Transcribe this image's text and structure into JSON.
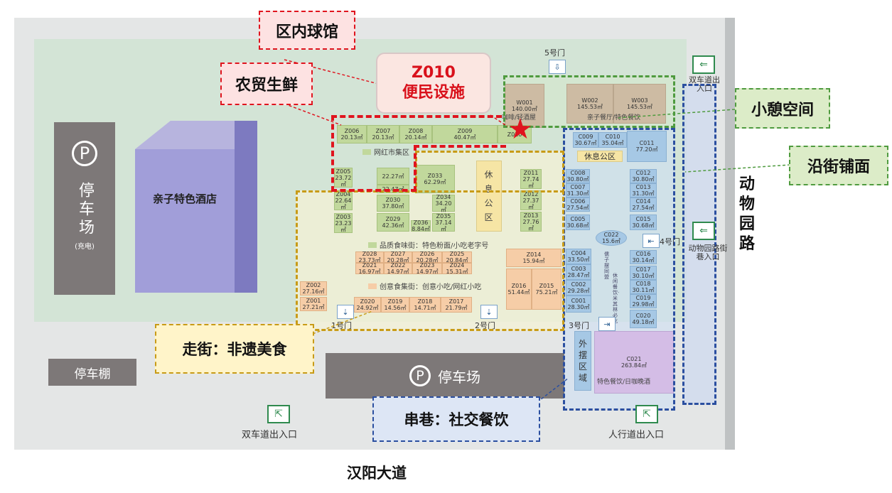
{
  "road_south": "汉阳大道",
  "road_east": "动物园路",
  "parking_west": {
    "title": "停车场",
    "note": "(充电)",
    "icon": "P"
  },
  "hotel": "亲子特色酒店",
  "parking_shed": "停车棚",
  "parking_south": {
    "title": "停车场",
    "icon": "P"
  },
  "callouts": {
    "stadium": "区内球馆",
    "fresh": "农贸生鲜",
    "z2010": "Z010\n便民设施",
    "rest": "小憩空间",
    "street": "沿街铺面",
    "walk": "走街：非遗美食",
    "alley": "串巷：社交餐饮"
  },
  "gates": {
    "g1": "1号门",
    "g2": "2号门",
    "g3": "3号门",
    "g4": "4号门",
    "g5": "5号门"
  },
  "exits": {
    "south_double": "双车道出入口",
    "south_ped": "人行道出入口",
    "east_double": "双车道出入口",
    "east_zoo": "动物园路街巷入口"
  },
  "labels": {
    "wanghong": "网红市集区",
    "restarea": "休息公区",
    "restarea2": "休息公区",
    "quality": "品质食味街：特色粉面/小吃老字号",
    "creative": "创意食集街：创意小吃/网红小吃",
    "w_bar": "咖啡/轻酒屋",
    "w_parent": "亲子餐厅/特色餐饮",
    "outdoor": "外摆区域",
    "c021_note": "特色餐饮/日咖晚酒",
    "vertical1": "儒子摆同盟",
    "vertical2": "休闲餐饮·米其林必吃"
  },
  "units": {
    "W001": [
      "W001",
      "140.00㎡"
    ],
    "W002": [
      "W002",
      "145.53㎡"
    ],
    "W003": [
      "W003",
      "145.53㎡"
    ],
    "Z006": [
      "Z006",
      "20.13㎡"
    ],
    "Z007": [
      "Z007",
      "20.13㎡"
    ],
    "Z008": [
      "Z008",
      "20.14㎡"
    ],
    "Z009": [
      "Z009",
      "40.47㎡"
    ],
    "Z010": [
      "Z010",
      ""
    ],
    "Z005": [
      "Z005",
      "23.72㎡"
    ],
    "Z004": [
      "Z004",
      "22.64㎡"
    ],
    "Z003": [
      "Z003",
      "23.23㎡"
    ],
    "Z032": [
      "",
      "22.27㎡"
    ],
    "Z031": [
      "",
      "22.47㎡"
    ],
    "Z033": [
      "Z033",
      "62.29㎡"
    ],
    "Z030": [
      "Z030",
      "37.80㎡"
    ],
    "Z034": [
      "Z034",
      "34.20㎡"
    ],
    "Z029": [
      "Z029",
      "42.36㎡"
    ],
    "Z036": [
      "Z036",
      "8.84㎡"
    ],
    "Z035": [
      "Z035",
      "37.14㎡"
    ],
    "Z011": [
      "Z011",
      "27.74㎡"
    ],
    "Z012": [
      "Z012",
      "27.37㎡"
    ],
    "Z013": [
      "Z013",
      "27.76㎡"
    ],
    "Z028": [
      "Z028",
      "23.73㎡"
    ],
    "Z027": [
      "Z027",
      "20.28㎡"
    ],
    "Z026": [
      "Z026",
      "20.28㎡"
    ],
    "Z025": [
      "Z025",
      "20.84㎡"
    ],
    "Z021": [
      "Z021",
      "16.97㎡"
    ],
    "Z022": [
      "Z022",
      "14.97㎡"
    ],
    "Z023": [
      "Z023",
      "14.97㎡"
    ],
    "Z024": [
      "Z024",
      "15.31㎡"
    ],
    "Z014": [
      "Z014",
      "15.94㎡"
    ],
    "Z016": [
      "Z016",
      "51.44㎡"
    ],
    "Z015": [
      "Z015",
      "75.21㎡"
    ],
    "Z002": [
      "Z002",
      "27.16㎡"
    ],
    "Z001": [
      "Z001",
      "27.21㎡"
    ],
    "Z020": [
      "Z020",
      "24.92㎡"
    ],
    "Z019": [
      "Z019",
      "14.56㎡"
    ],
    "Z018": [
      "Z018",
      "14.71㎡"
    ],
    "Z017": [
      "Z017",
      "21.79㎡"
    ],
    "C009": [
      "C009",
      "30.67㎡"
    ],
    "C010": [
      "C010",
      "35.04㎡"
    ],
    "C011": [
      "C011",
      "77.20㎡"
    ],
    "C008": [
      "C008",
      "30.80㎡"
    ],
    "C007": [
      "C007",
      "31.30㎡"
    ],
    "C006": [
      "C006",
      "27.54㎡"
    ],
    "C005": [
      "C005",
      "30.68㎡"
    ],
    "C012": [
      "C012",
      "30.80㎡"
    ],
    "C013": [
      "C013",
      "31.30㎡"
    ],
    "C014": [
      "C014",
      "27.54㎡"
    ],
    "C015": [
      "C015",
      "30.68㎡"
    ],
    "C022": [
      "C022",
      "15.6㎡"
    ],
    "C004": [
      "C004",
      "33.50㎡"
    ],
    "C003": [
      "C003",
      "28.47㎡"
    ],
    "C002": [
      "C002",
      "29.28㎡"
    ],
    "C001": [
      "C001",
      "28.30㎡"
    ],
    "C016": [
      "C016",
      "30.14㎡"
    ],
    "C017": [
      "C017",
      "30.10㎡"
    ],
    "C018": [
      "C018",
      "30.11㎡"
    ],
    "C019": [
      "C019",
      "29.98㎡"
    ],
    "C020": [
      "C020",
      "49.18㎡"
    ],
    "C021": [
      "C021",
      "263.84㎡"
    ]
  },
  "colors": {
    "red_zone": "#e0141e",
    "green_zone": "#4f9b3f",
    "blue_zone": "#2b4fa0",
    "gold_zone": "#c89b17"
  }
}
